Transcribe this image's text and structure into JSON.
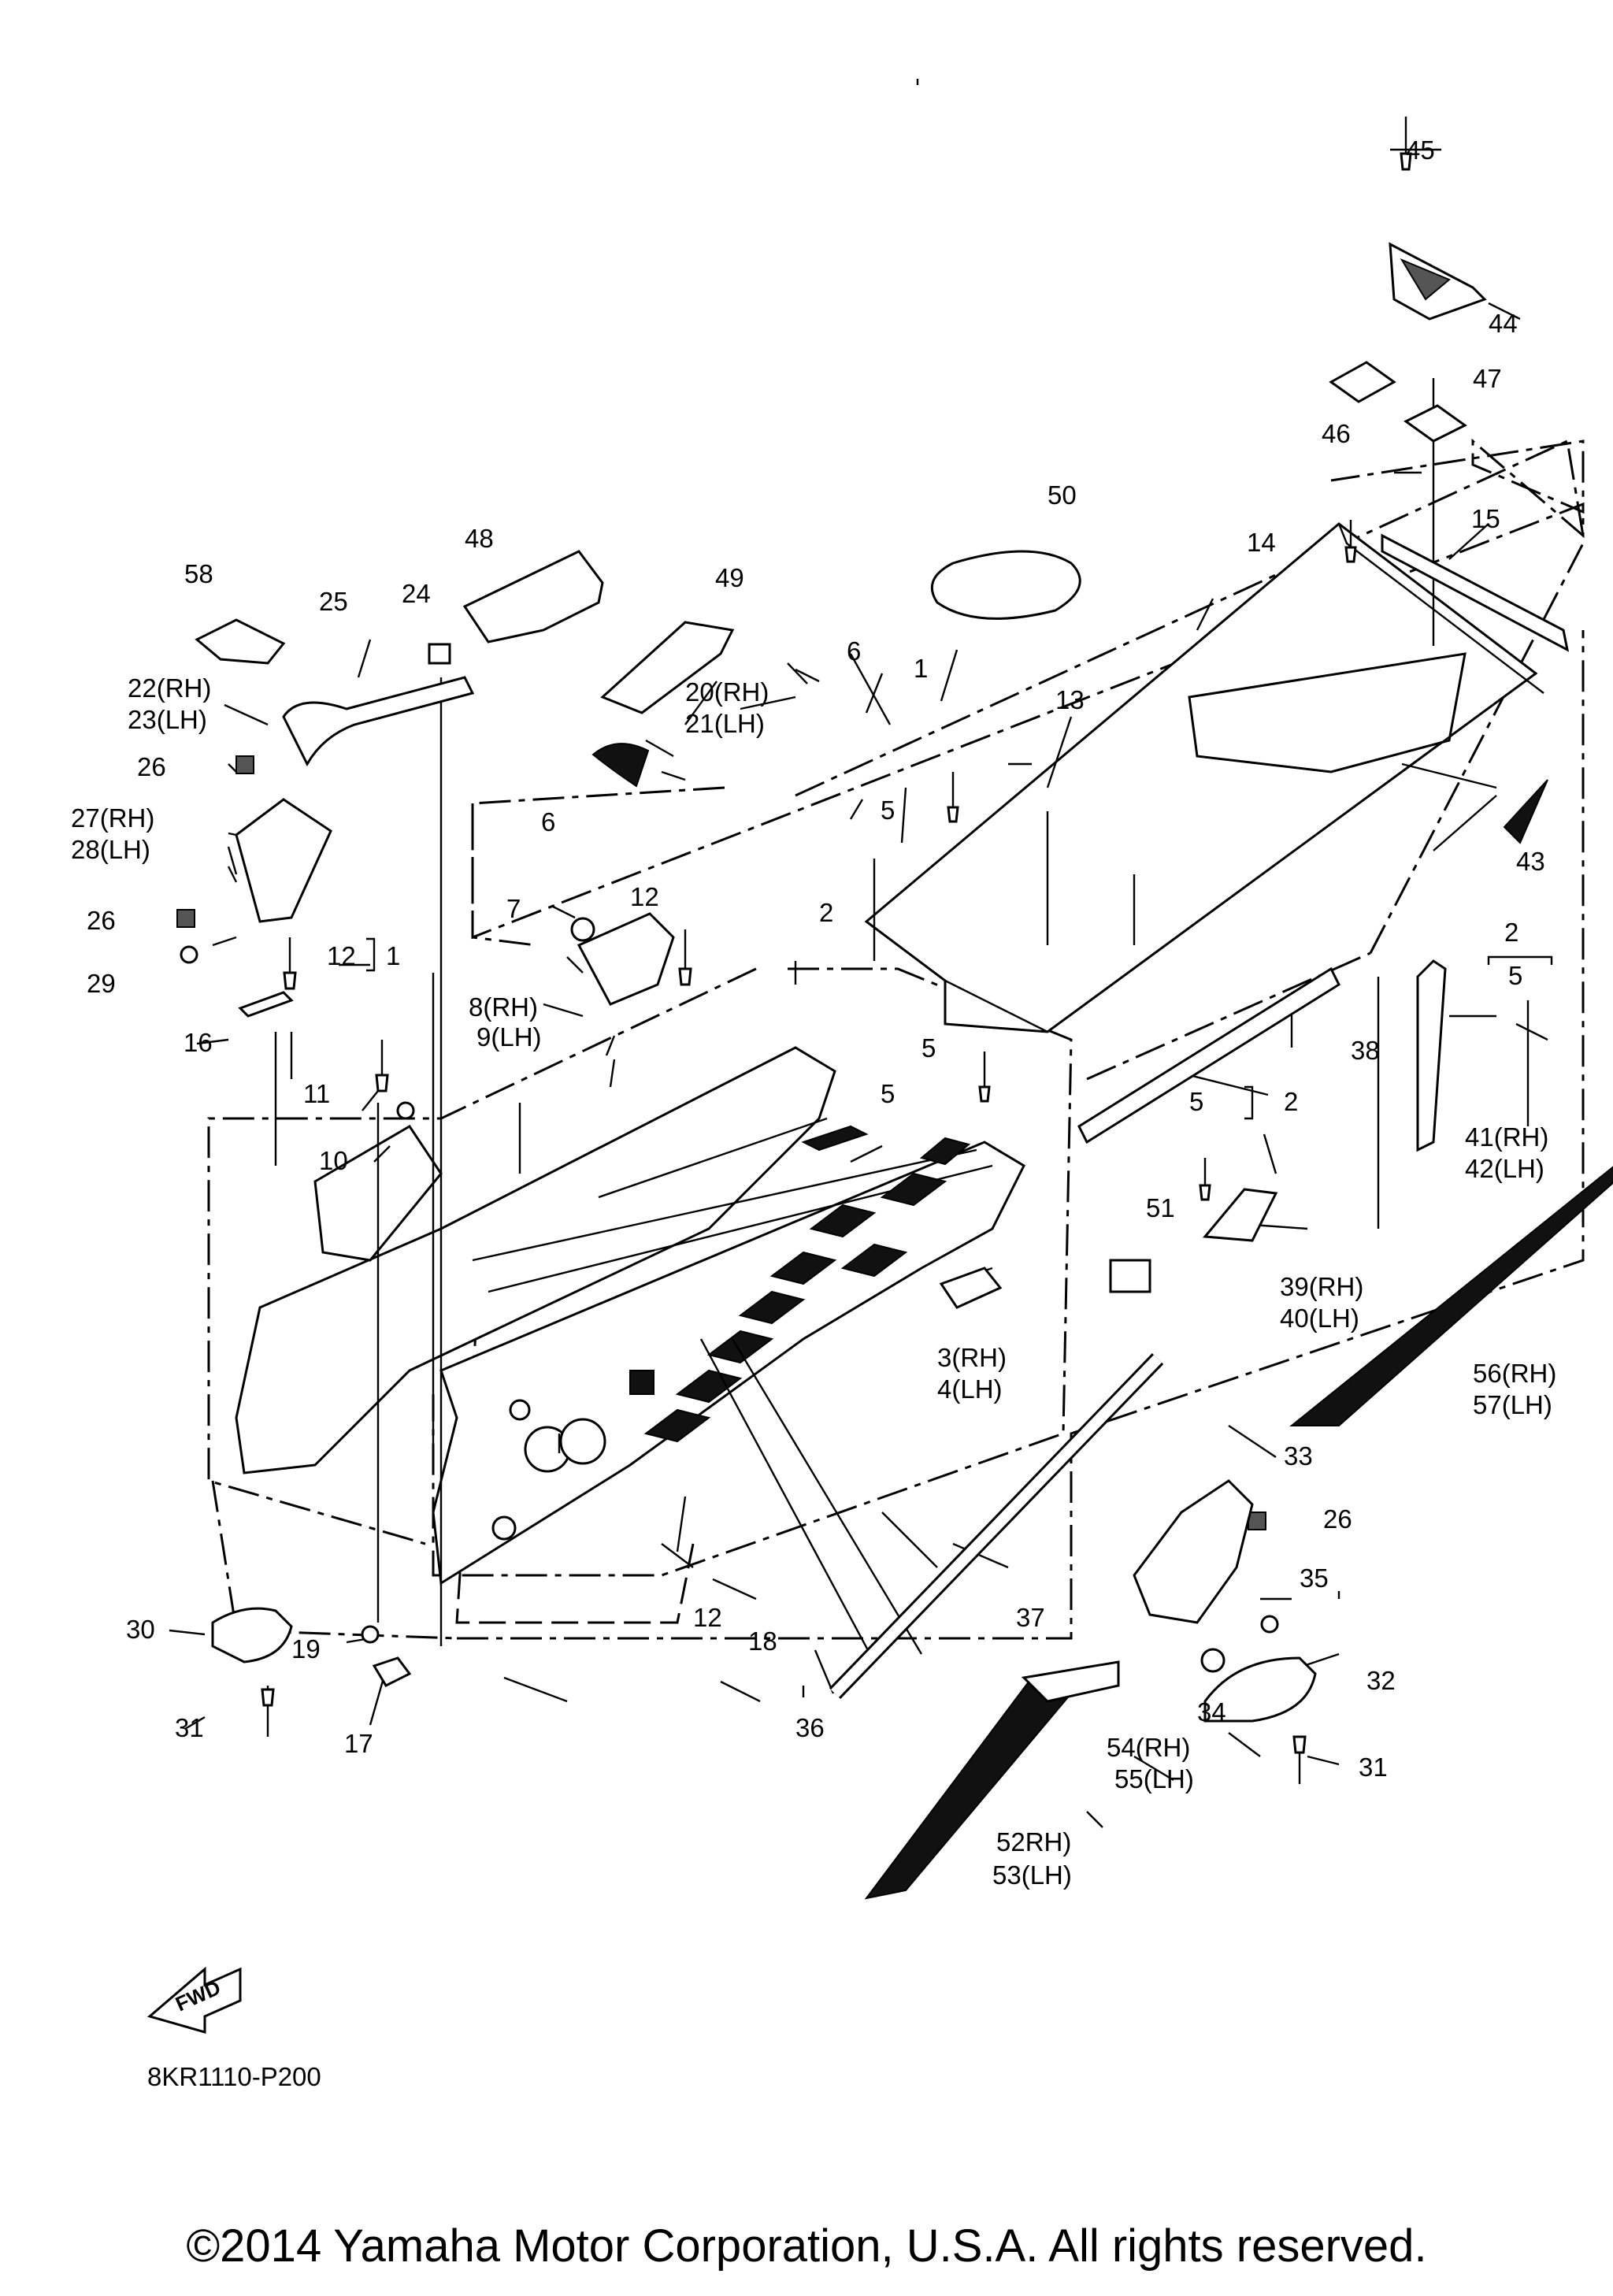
{
  "labels": {
    "p1": "1",
    "p2": "2",
    "p2b": "2",
    "p2c": "2",
    "p3": "3(RH)",
    "p4": "4(LH)",
    "p5a": "5",
    "p5b": "5",
    "p5c": "5",
    "p5d": "5",
    "p5e": "5",
    "p6a": "6",
    "p6b": "6",
    "p7": "7",
    "p8": "8(RH)",
    "p9": "9(LH)",
    "p10": "10",
    "p11": "11",
    "p12a": "12",
    "p12b": "12",
    "p12c": "12",
    "p1b": "1",
    "p13": "13",
    "p14": "14",
    "p15": "15",
    "p16": "16",
    "p17": "17",
    "p18": "18",
    "p19": "19",
    "p20": "20(RH)",
    "p21": "21(LH)",
    "p22": "22(RH)",
    "p23": "23(LH)",
    "p24": "24",
    "p25": "25",
    "p26a": "26",
    "p26b": "26",
    "p26c": "26",
    "p27": "27(RH)",
    "p28": "28(LH)",
    "p29": "29",
    "p30": "30",
    "p31a": "31",
    "p31b": "31",
    "p32": "32",
    "p33": "33",
    "p34": "34",
    "p35": "35",
    "p36": "36",
    "p37": "37",
    "p38": "38",
    "p39": "39(RH)",
    "p40": "40(LH)",
    "p41": "41(RH)",
    "p42": "42(LH)",
    "p43": "43",
    "p44": "44",
    "p45": "45",
    "p46": "46",
    "p47": "47",
    "p48": "48",
    "p49": "49",
    "p50": "50",
    "p51": "51",
    "p52": "52RH)",
    "p53": "53(LH)",
    "p54": "54(RH)",
    "p55": "55(LH)",
    "p56": "56(RH)",
    "p57": "57(LH)",
    "p58": "58"
  },
  "fwd_label": "FWD",
  "diagram_code": "8KR1110-P200",
  "copyright": "©2014 Yamaha Motor Corporation, U.S.A. All rights reserved."
}
